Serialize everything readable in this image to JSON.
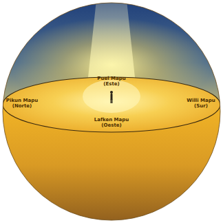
{
  "diagram": {
    "labels": [
      "Puel Mapu (Este)",
      "Pikun Mapu (Norte)",
      "Willi Mapu (Sur)",
      "Lafken Mapu (Oeste)"
    ]
  }
}
